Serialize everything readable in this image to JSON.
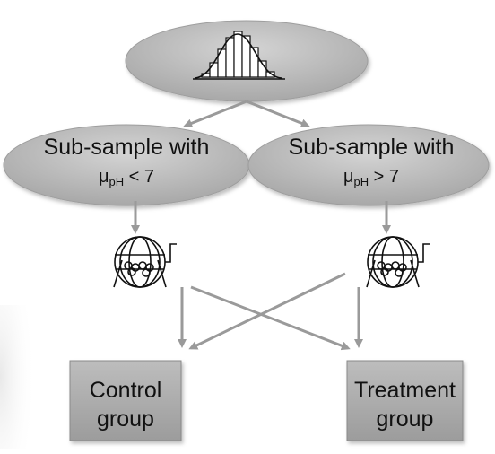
{
  "population": {
    "icon": "histogram-normal-curve-icon"
  },
  "subsamples": [
    {
      "line1": "Sub-sample with",
      "symbol": "μ",
      "subscript": "pH",
      "relation": " < 7"
    },
    {
      "line1": "Sub-sample with",
      "symbol": "μ",
      "subscript": "pH",
      "relation": " > 7"
    }
  ],
  "randomizer": {
    "icon": "lottery-drum-icon"
  },
  "groups": [
    {
      "line1": "Control",
      "line2": "group"
    },
    {
      "line1": "Treatment",
      "line2": "group"
    }
  ],
  "colors": {
    "ellipse_fill": "#b9b9b9",
    "box_fill": "#a9a9a9",
    "arrow": "#9a9a9a"
  }
}
